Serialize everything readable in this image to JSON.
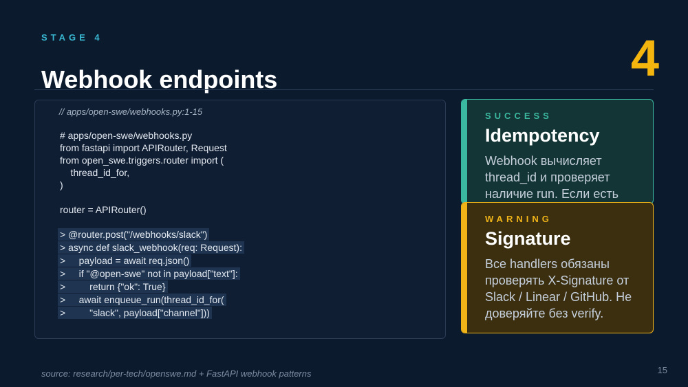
{
  "stage_label": "STAGE 4",
  "stage_number": "4",
  "title": "Webhook endpoints",
  "code": {
    "comment": "// apps/open-swe/webhooks.py:1-15",
    "lines": [
      {
        "text": "# apps/open-swe/webhooks.py",
        "highlight": false
      },
      {
        "text": "from fastapi import APIRouter, Request",
        "highlight": false
      },
      {
        "text": "from open_swe.triggers.router import (",
        "highlight": false
      },
      {
        "text": "    thread_id_for,",
        "highlight": false
      },
      {
        "text": ")",
        "highlight": false
      },
      {
        "text": "",
        "highlight": false
      },
      {
        "text": "router = APIRouter()",
        "highlight": false
      },
      {
        "text": "",
        "highlight": false
      },
      {
        "text": "> @router.post(\"/webhooks/slack\")",
        "highlight": true
      },
      {
        "text": "> async def slack_webhook(req: Request):",
        "highlight": true
      },
      {
        "text": ">     payload = await req.json()",
        "highlight": true
      },
      {
        "text": ">     if \"@open-swe\" not in payload[\"text\"]:",
        "highlight": true
      },
      {
        "text": ">         return {\"ok\": True}",
        "highlight": true
      },
      {
        "text": ">     await enqueue_run(thread_id_for(",
        "highlight": true
      },
      {
        "text": ">         \"slack\", payload[\"channel\"]))",
        "highlight": true
      }
    ]
  },
  "cards": {
    "success": {
      "label": "SUCCESS",
      "title": "Idempotency",
      "body": "Webhook вычисляет thread_id и проверяет наличие run. Если есть"
    },
    "warning": {
      "label": "WARNING",
      "title": "Signature",
      "body": "Все handlers обязаны проверять X-Signature от Slack / Linear / GitHub. Не доверяйте без verify."
    }
  },
  "source": "source: research/per-tech/openswe.md + FastAPI webhook patterns",
  "page_number": "15",
  "colors": {
    "background": "#0c1a2e",
    "accent_stage": "#38b5cf",
    "accent_number": "#f5b50f",
    "success": "#3bb8a0",
    "warning": "#f0b418"
  }
}
